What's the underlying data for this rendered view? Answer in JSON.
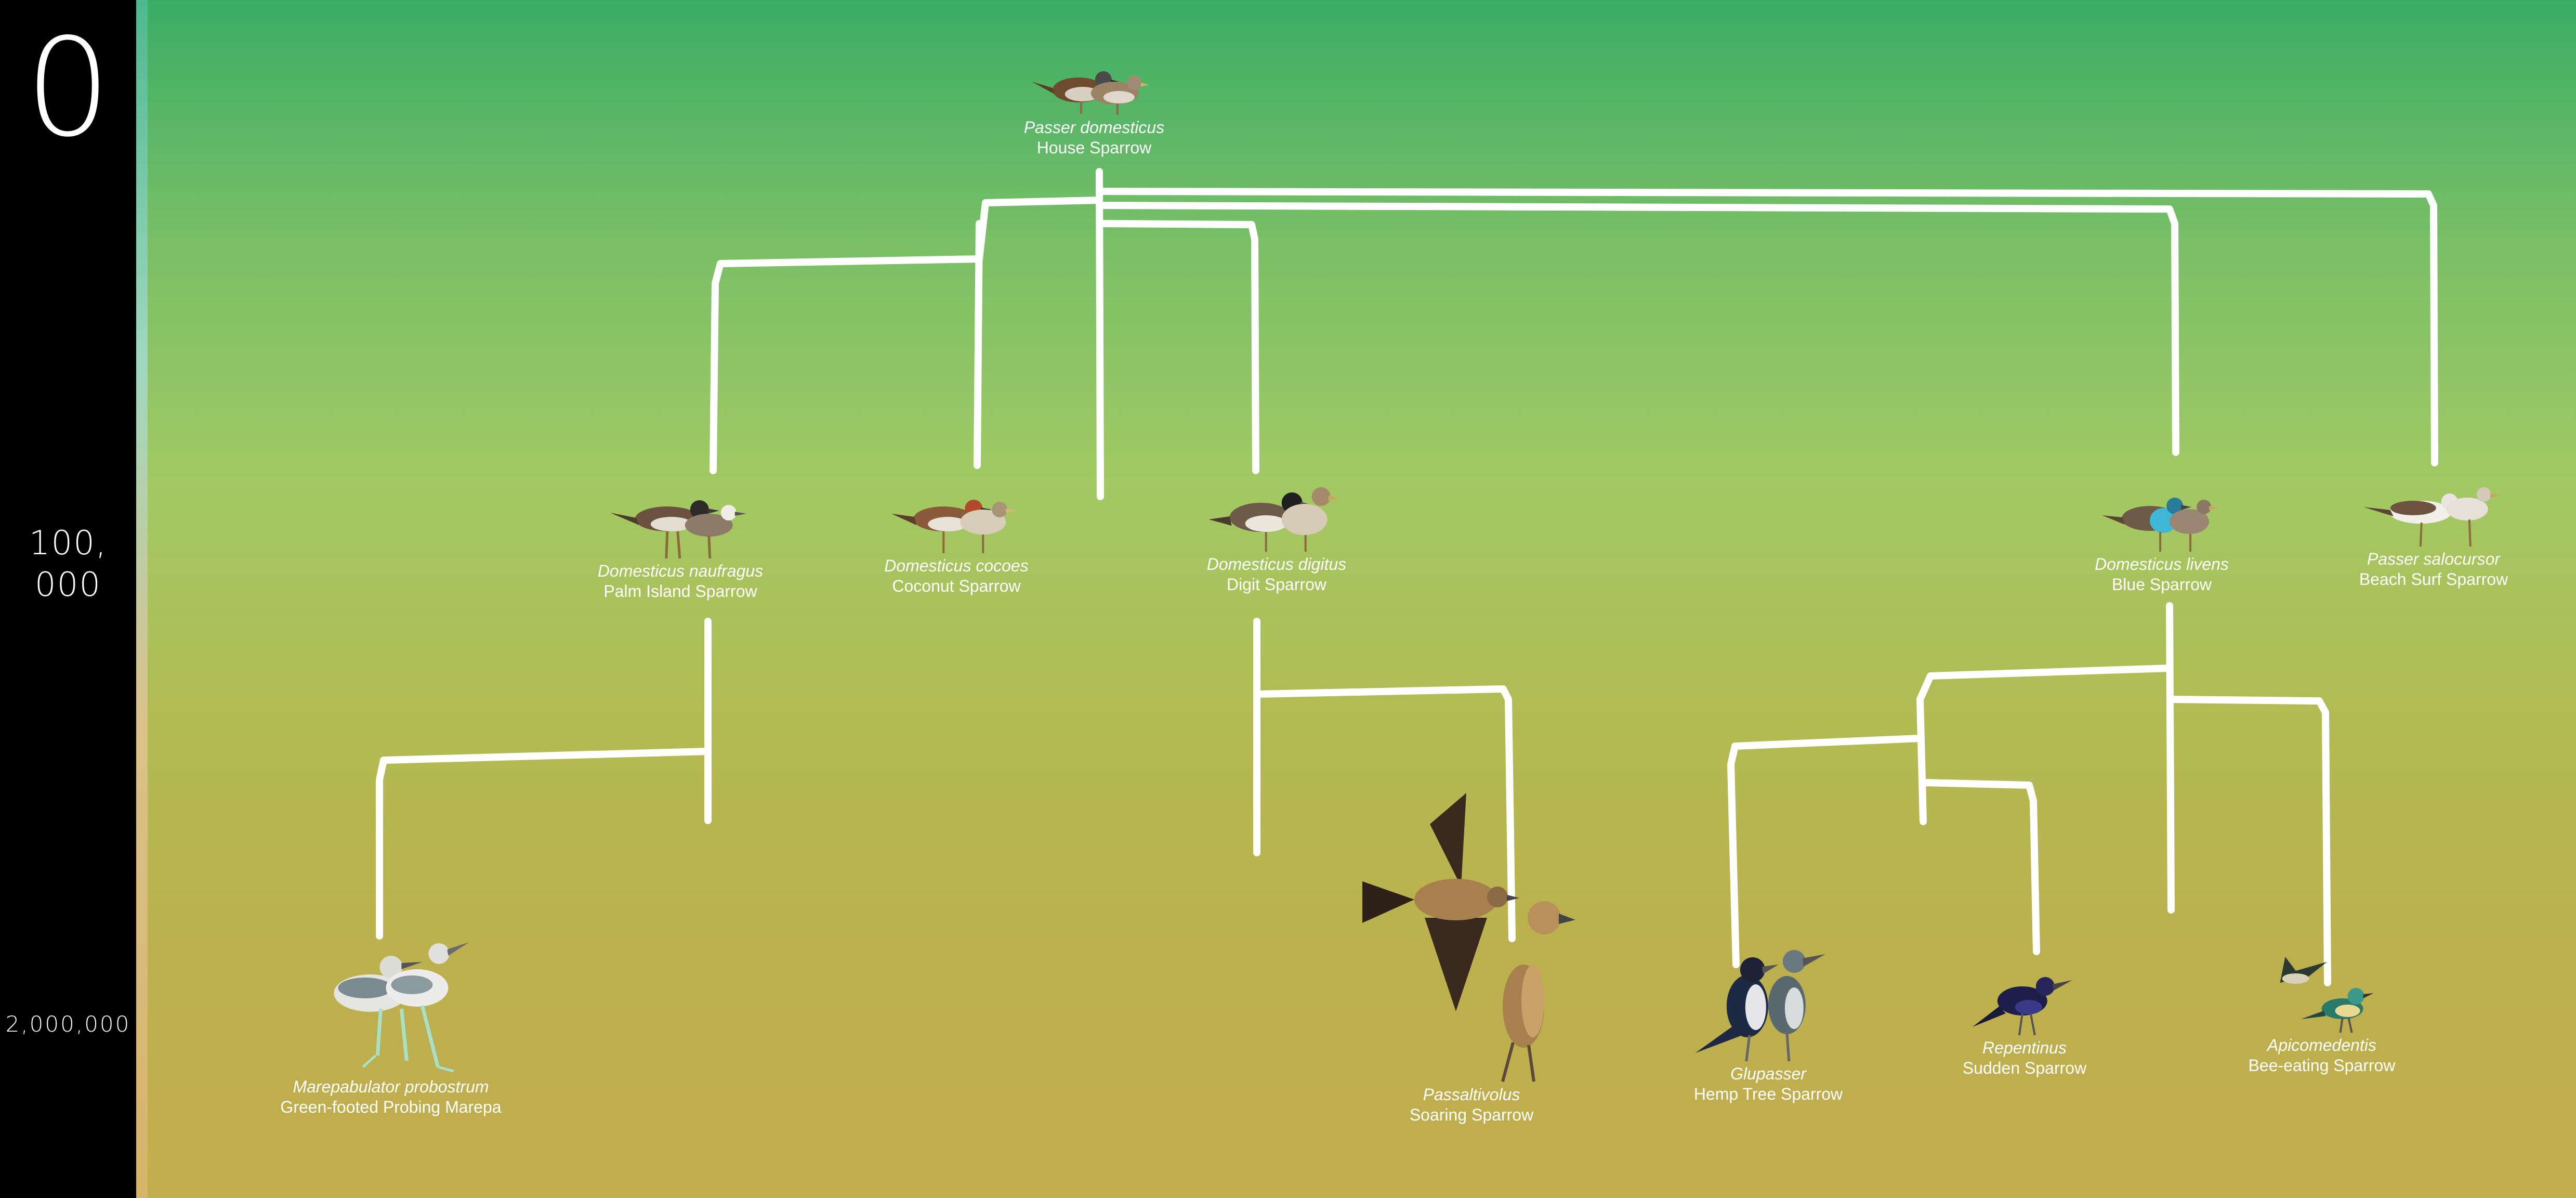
{
  "timescale": {
    "ticks": [
      "0",
      "100, 000",
      "2,000,000"
    ]
  },
  "taxa": {
    "house": {
      "scientific": "Passer domesticus",
      "common": "House Sparrow"
    },
    "palm": {
      "scientific": "Domesticus naufragus",
      "common": "Palm Island Sparrow"
    },
    "coconut": {
      "scientific": "Domesticus cocoes",
      "common": "Coconut Sparrow"
    },
    "digit": {
      "scientific": "Domesticus digitus",
      "common": "Digit Sparrow"
    },
    "blue": {
      "scientific": "Domesticus livens",
      "common": "Blue Sparrow"
    },
    "beach": {
      "scientific": "Passer salocursor",
      "common": "Beach Surf Sparrow"
    },
    "marepa": {
      "scientific": "Marepabulator probostrum",
      "common": "Green-footed Probing Marepa"
    },
    "soaring": {
      "scientific": "Passaltivolus",
      "common": "Soaring Sparrow"
    },
    "hemp": {
      "scientific": "Glupasser",
      "common": "Hemp Tree Sparrow"
    },
    "sudden": {
      "scientific": "Repentinus",
      "common": "Sudden Sparrow"
    },
    "beeeating": {
      "scientific": "Apicomedentis",
      "common": "Bee-eating Sparrow"
    }
  },
  "colors": {
    "branch": "#ffffff",
    "label": "#ffffff",
    "timebar": "#000000"
  }
}
